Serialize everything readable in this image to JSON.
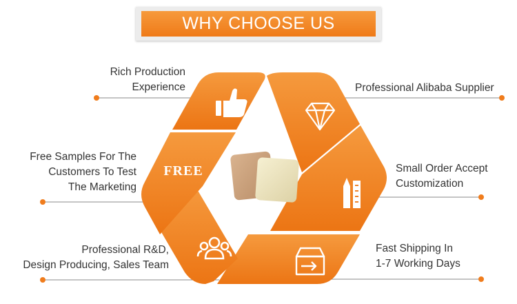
{
  "header": {
    "title": "WHY CHOOSE US"
  },
  "colors": {
    "accent": "#f07c1c",
    "accent_dark": "#e86f12",
    "text": "#333333",
    "line": "#8a8a8a"
  },
  "features": [
    {
      "lines": [
        "Rich Production",
        "Experience"
      ],
      "icon": "thumbs-up-icon"
    },
    {
      "lines": [
        "Professional Alibaba Supplier"
      ],
      "icon": "diamond-icon"
    },
    {
      "lines": [
        "Small Order Accept",
        "Customization"
      ],
      "icon": "ruler-pencil-icon"
    },
    {
      "lines": [
        "Fast Shipping In",
        "1-7 Working Days"
      ],
      "icon": "shipping-box-icon"
    },
    {
      "lines": [
        "Professional R&D,",
        "Design Producing, Sales Team"
      ],
      "icon": "team-icon"
    },
    {
      "lines": [
        "Free Samples For The",
        "Customers To Test",
        "The Marketing"
      ],
      "icon": "free-badge-icon"
    }
  ],
  "badge_text": "FREE",
  "center_image": "foam-dressing-pads"
}
